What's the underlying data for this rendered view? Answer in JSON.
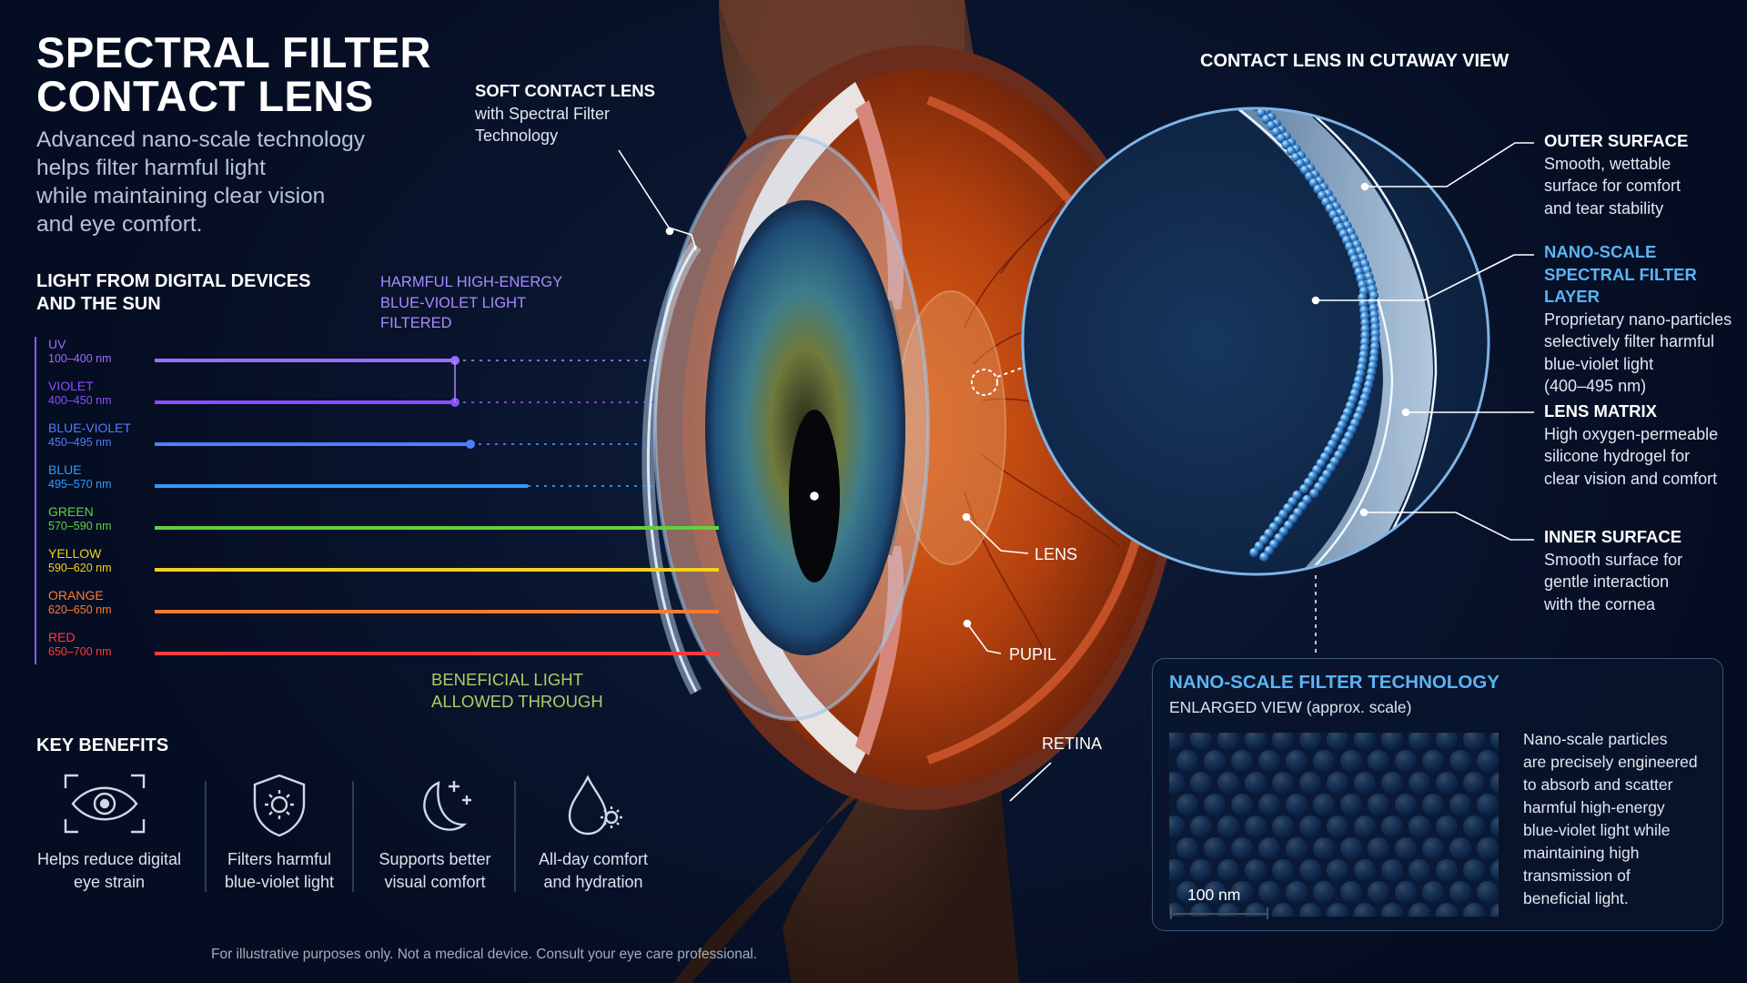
{
  "header": {
    "title_line1": "SPECTRAL FILTER",
    "title_line2": "CONTACT LENS",
    "subtitle": "Advanced nano-scale technology\nhelps filter harmful light\nwhile maintaining clear vision\nand eye comfort."
  },
  "callouts": {
    "soft_lens_title": "SOFT CONTACT LENS",
    "soft_lens_text": "with Spectral Filter\nTechnology",
    "light_heading": "LIGHT FROM DIGITAL DEVICES\nAND THE SUN",
    "harmful_label": "HARMFUL HIGH-ENERGY\nBLUE-VIOLET LIGHT\nFILTERED",
    "beneficial_label": "BENEFICIAL LIGHT\nALLOWED THROUGH",
    "lens_label": "LENS",
    "pupil_label": "PUPIL",
    "retina_label": "RETINA"
  },
  "spectrum": [
    {
      "name": "UV",
      "range": "100–400 nm",
      "color": "#9d6cff",
      "filtered": true
    },
    {
      "name": "VIOLET",
      "range": "400–450 nm",
      "color": "#8a4dff",
      "filtered": true
    },
    {
      "name": "BLUE-VIOLET",
      "range": "450–495 nm",
      "color": "#4f7dff",
      "filtered": true
    },
    {
      "name": "BLUE",
      "range": "495–570 nm",
      "color": "#2f9bff",
      "filtered": false
    },
    {
      "name": "GREEN",
      "range": "570–590 nm",
      "color": "#5fd23c",
      "filtered": false
    },
    {
      "name": "YELLOW",
      "range": "590–620 nm",
      "color": "#f3d21c",
      "filtered": false
    },
    {
      "name": "ORANGE",
      "range": "620–650 nm",
      "color": "#ff7a2e",
      "filtered": false
    },
    {
      "name": "RED",
      "range": "650–700 nm",
      "color": "#ff3b3b",
      "filtered": false
    }
  ],
  "cutaway": {
    "heading": "CONTACT LENS IN CUTAWAY VIEW",
    "outer_title": "OUTER SURFACE",
    "outer_text": "Smooth, wettable\nsurface for comfort\nand tear stability",
    "nano_title": "NANO-SCALE\nSPECTRAL FILTER LAYER",
    "nano_text": "Proprietary nano-particles\nselectively filter harmful\nblue-violet light\n(400–495 nm)",
    "matrix_title": "LENS MATRIX",
    "matrix_text": "High oxygen-permeable\nsilicone hydrogel for\nclear vision and comfort",
    "inner_title": "INNER SURFACE",
    "inner_text": "Smooth surface for\ngentle interaction\nwith the cornea"
  },
  "tech": {
    "title": "NANO-SCALE FILTER TECHNOLOGY",
    "subtitle": "ENLARGED VIEW (approx. scale)",
    "scale": "100 nm",
    "text": "Nano-scale particles\nare precisely engineered\nto absorb and scatter\nharmful high-energy\nblue-violet light while\nmaintaining high\ntransmission of\nbeneficial light."
  },
  "benefits": {
    "heading": "KEY BENEFITS",
    "items": [
      {
        "icon": "eye-focus-icon",
        "label": "Helps reduce digital\neye strain"
      },
      {
        "icon": "shield-sun-icon",
        "label": "Filters harmful\nblue-violet light"
      },
      {
        "icon": "moon-stars-icon",
        "label": "Supports better\nvisual comfort"
      },
      {
        "icon": "water-drop-icon",
        "label": "All-day comfort\nand hydration"
      }
    ]
  },
  "footnote": "For illustrative purposes only. Not a medical device. Consult your eye care professional.",
  "colors": {
    "accent_blue": "#5ab4f5",
    "harmful_purple": "#a98bff",
    "beneficial_green": "#a8cf63",
    "background": "#061027"
  }
}
